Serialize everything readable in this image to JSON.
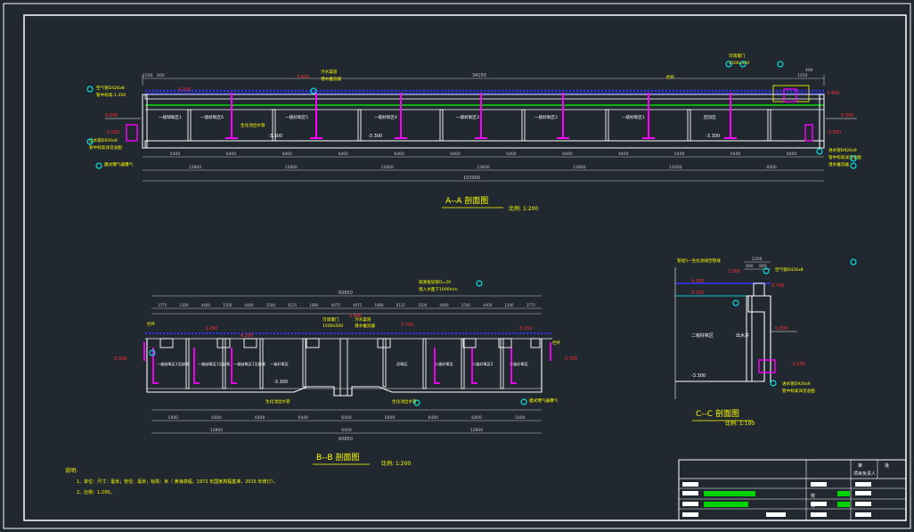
{
  "colors": {
    "background": "#212830",
    "frame": "#ffffff",
    "structure": "#ffffff",
    "dimension": "#c8c8c8",
    "title": "#ffff00",
    "water": "#3333ff",
    "pipe": "#ff00ff",
    "green_pipe": "#00ff00",
    "callout": "#00ffff",
    "level": "#ff3333",
    "note": "#ffff00",
    "titleblock_bar": "#00d400"
  },
  "section_aa": {
    "title": "A--A 剖面图",
    "scale": "比例: 1:200",
    "top_dims": [
      "1500",
      "400",
      "34150",
      "406",
      "1250"
    ],
    "bottom_dims": [
      "5400",
      "6400",
      "6400",
      "6400",
      "6400",
      "6400",
      "6400",
      "6400",
      "6400",
      "6400",
      "6400",
      "6000"
    ],
    "bottom_dims2": [
      "12800",
      "12800",
      "12800",
      "13800",
      "12800",
      "12000",
      "6000"
    ],
    "total_dim": "103000",
    "levels": [
      "3.400",
      "4.200",
      "-3.300",
      "-3.300",
      "-3.300",
      "0.300",
      "-2.550",
      "0.300",
      "-2.550",
      "3.400"
    ],
    "cells": [
      "一级缺氧区1",
      "一级好氧区6",
      "一级好氧区5",
      "一级好氧区4",
      "一级好氧区3",
      "一级好氧区2",
      "一级好氧区1",
      "回流区"
    ],
    "labels": {
      "left1": "空气管D426x8",
      "left2": "管中标高-1.350",
      "left3": "出水管D920x9",
      "left4": "管中标高详见总图",
      "left5": "膜式曝气器曝气",
      "top_mid": "污水渠道",
      "top_mid2": "潜水推流器",
      "top_r": "栏杆",
      "top_r2": "可调堰门",
      "top_r3": "1500x500",
      "right1": "进水管D920x9",
      "right2": "管中标高详见总图",
      "right3": "潜水推流器",
      "mid_label": "生化池出水管"
    }
  },
  "section_bb": {
    "title": "B--B 剖面图",
    "scale": "比例: 1:200",
    "total_dim": "60850",
    "bottom_total": "60850",
    "top_dims": [
      "3775",
      "1200",
      "4400",
      "1500",
      "4400",
      "1500",
      "6125",
      "1860",
      "4075",
      "4075",
      "1860",
      "6125",
      "1500",
      "4400",
      "1500",
      "4400",
      "1200",
      "3775"
    ],
    "bottom_dims": [
      "5400",
      "6400",
      "6400",
      "6400",
      "6400",
      "6400",
      "6400",
      "6400",
      "5400"
    ],
    "bottom_dims2": [
      "12800",
      "6400",
      "12800"
    ],
    "levels": [
      "3.200",
      "4.200",
      "3.400",
      "3.700",
      "3.150",
      "0.300",
      "0.700",
      "-3.300"
    ],
    "cells": [
      "一级缺氧区1至缺氧",
      "一级缺氧区1至缺氧",
      "一级缺氧区1至缺氧",
      "一级好氧区",
      "厌氧区",
      "二级好氧区",
      "二级好氧区2",
      "二级好氧区"
    ],
    "labels": {
      "l1": "栏杆",
      "l2": "可调堰门",
      "l3": "1500x500",
      "l4": "污水渠道",
      "l5": "潜水推流器",
      "l6": "碳源投加管D=20",
      "l7": "埋入水面下1000mm",
      "l8": "生化池出水管",
      "l9": "生化池出水管",
      "l10": "膜式曝气器曝气",
      "r1": "栏杆"
    }
  },
  "section_cc": {
    "title": "C--C 剖面图",
    "scale": "比例: 1:100",
    "dims": [
      "1200",
      "400",
      "900"
    ],
    "levels": [
      "3.000",
      "4.200",
      "3.150",
      "3.700",
      "0.300",
      "-2.550",
      "-3.300"
    ],
    "cells": [
      "二级好氧区",
      "出水井"
    ],
    "labels": {
      "top": "管径5一生化池排空管线",
      "r1": "空气管D426x8",
      "r2": "进水管D920x9",
      "r3": "管中标高详见总图"
    }
  },
  "notes": {
    "heading": "说明:",
    "line1": "1、单位：尺寸：毫米；管径：毫米；标高：米（ 黄海高程，1972 年国家高程基准，2015 年修订）。",
    "line2": "2、比例：1:200。"
  },
  "titleblock": {
    "c1": "审",
    "c2": "批",
    "c3": "项目负责人",
    "c4": "校",
    "c5": "核"
  }
}
